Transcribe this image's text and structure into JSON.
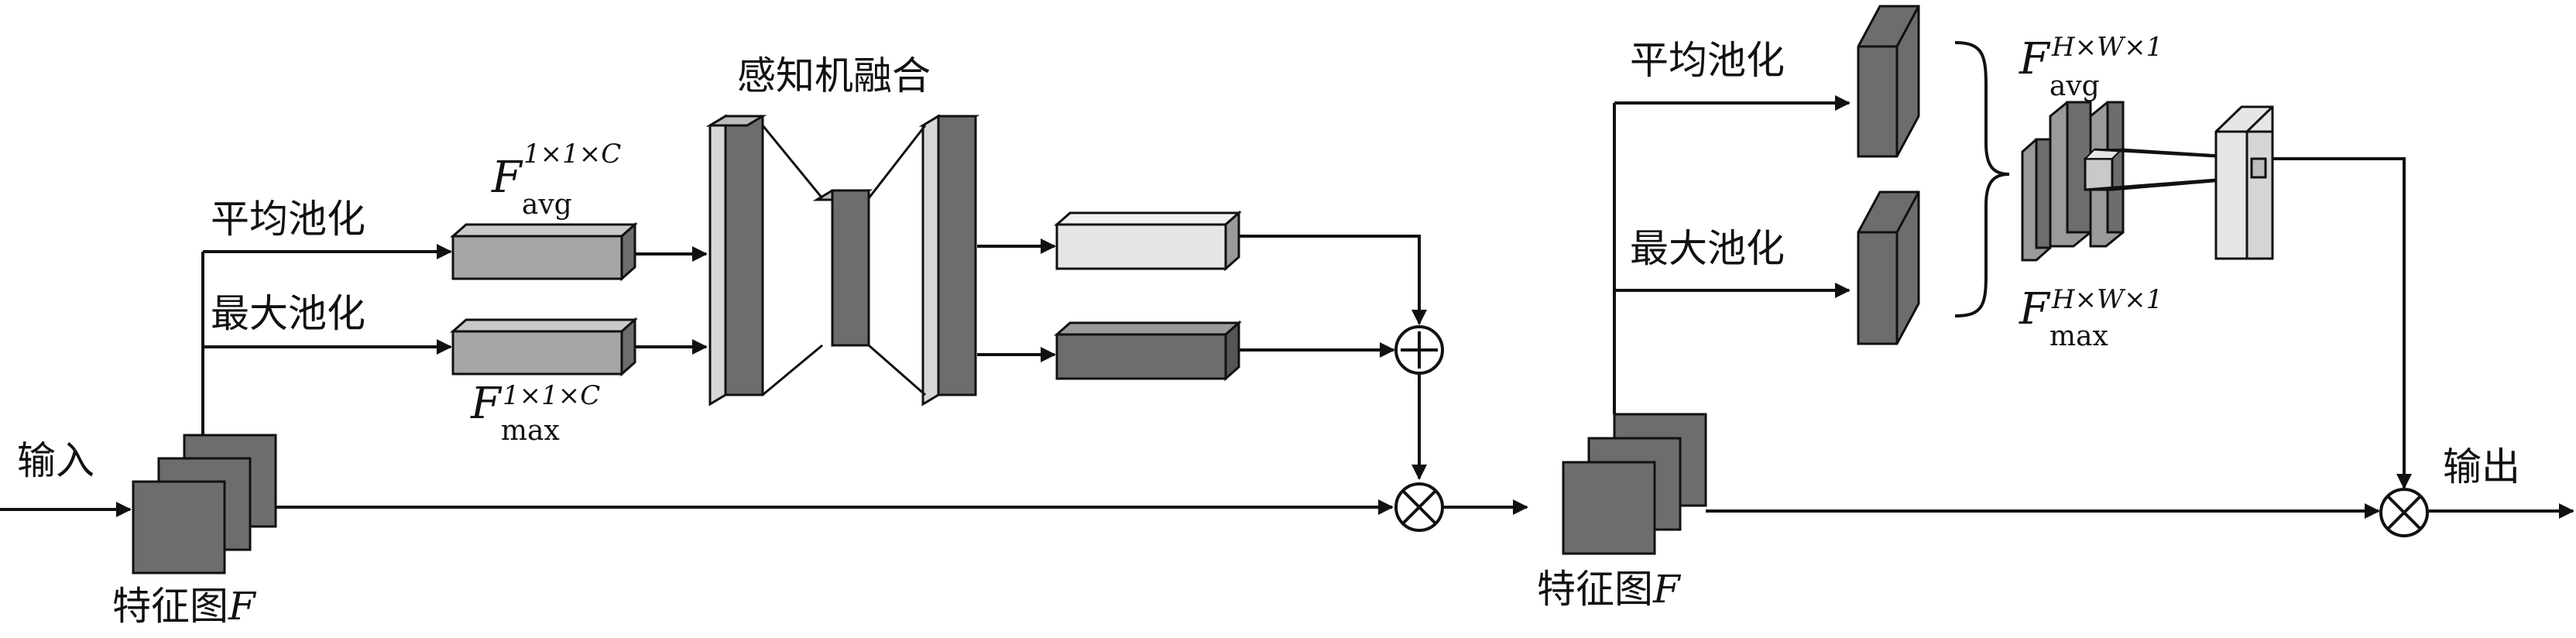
{
  "labels": {
    "input": "输入",
    "output": "输出",
    "feature_map_1": "特征图",
    "feature_map_2": "特征图",
    "feature_symbol": "F",
    "mlp_fusion": "感知机融合",
    "avg_pool_1": "平均池化",
    "max_pool_1": "最大池化",
    "avg_pool_2": "平均池化",
    "max_pool_2": "最大池化"
  },
  "math": {
    "f_avg_c": {
      "base": "F",
      "sub": "avg",
      "sup": "1×1×C"
    },
    "f_max_c": {
      "base": "F",
      "sub": "max",
      "sup": "1×1×C"
    },
    "f_avg_hw": {
      "base": "F",
      "sub": "avg",
      "sup": "H×W×1"
    },
    "f_max_hw": {
      "base": "F",
      "sub": "max",
      "sup": "H×W×1"
    }
  },
  "symbols": {
    "add": "⊕",
    "multiply": "⊗"
  },
  "colors": {
    "dark_gray": "#6d6d6d",
    "mid_gray": "#a6a6a6",
    "light_gray": "#d6d6d6",
    "very_light_gray": "#e6e6e6",
    "line": "#111111"
  }
}
